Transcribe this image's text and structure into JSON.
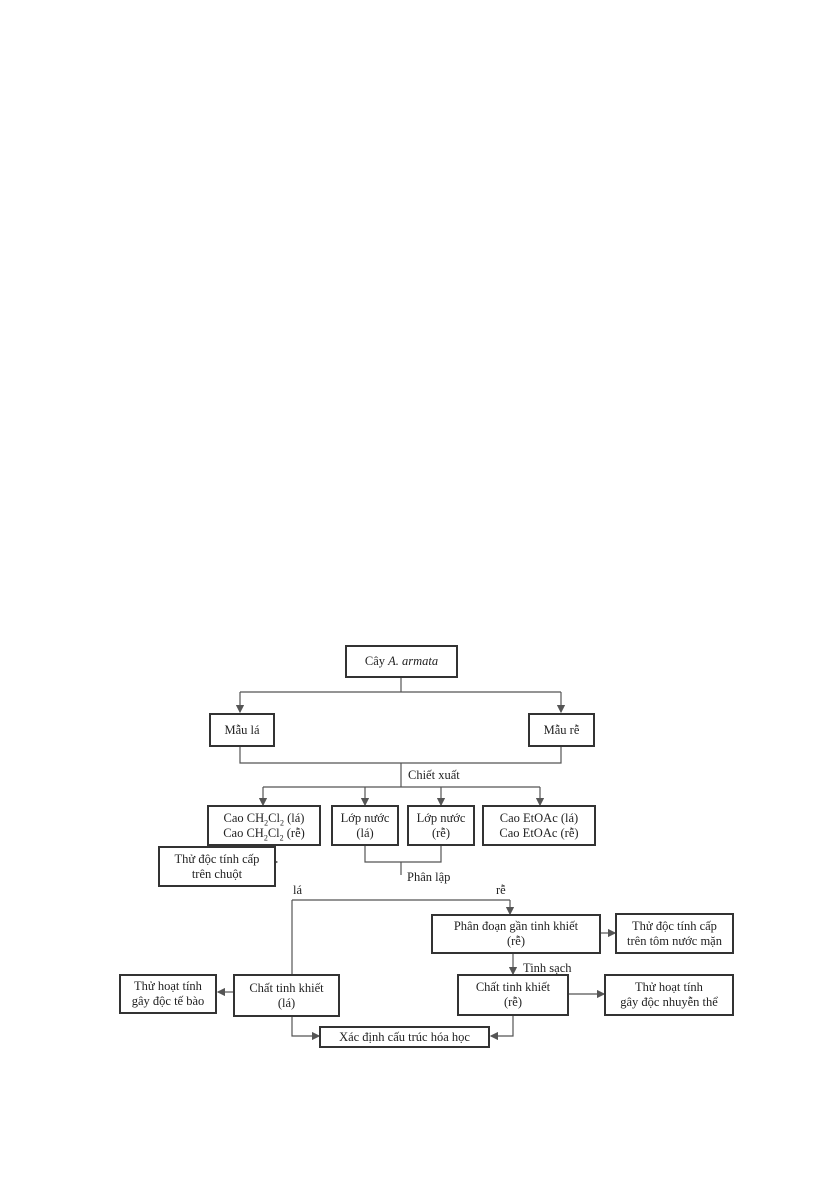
{
  "nodes": {
    "plant": {
      "prefix": "Cây ",
      "species": "A. armata"
    },
    "leaf_sample": "Mẫu lá",
    "root_sample": "Mẫu rễ",
    "ch2cl2": {
      "line1_a": "Cao CH",
      "line1_sub1": "2",
      "line1_b": "Cl",
      "line1_sub2": "2",
      "line1_c": " (lá)",
      "line2_a": "Cao CH",
      "line2_sub1": "2",
      "line2_b": "Cl",
      "line2_sub2": "2",
      "line2_c": " (rễ)"
    },
    "water_leaf": {
      "line1": "Lớp nước",
      "line2": "(lá)"
    },
    "water_root": {
      "line1": "Lớp nước",
      "line2": "(rễ)"
    },
    "etoac": {
      "line1": "Cao EtOAc (lá)",
      "line2": "Cao EtOAc (rễ)"
    },
    "acute_mouse": {
      "line1": "Thử độc tính cấp",
      "line2": "trên chuột"
    },
    "semi_pure": {
      "line1": "Phân đoạn gần tinh khiết",
      "line2": "(rễ)"
    },
    "acute_shrimp": {
      "line1": "Thử độc tính cấp",
      "line2": "trên tôm nước mặn"
    },
    "pure_leaf": {
      "line1": "Chất tinh khiết",
      "line2": "(lá)"
    },
    "cytotoxic": {
      "line1": "Thử hoạt tính",
      "line2": "gây độc tế bào"
    },
    "pure_root": {
      "line1": "Chất tinh khiết",
      "line2": "(rễ)"
    },
    "larvicidal": {
      "line1": "Thử hoạt tính",
      "line2": "gây độc nhuyễn thể"
    },
    "structure": "Xác định cấu trúc hóa học"
  },
  "labels": {
    "extraction": "Chiết xuất",
    "isolation": "Phân lập",
    "leaf_branch": "lá",
    "root_branch": "rễ",
    "purification": "Tinh sạch"
  },
  "colors": {
    "line": "#555555",
    "border": "#333333"
  }
}
